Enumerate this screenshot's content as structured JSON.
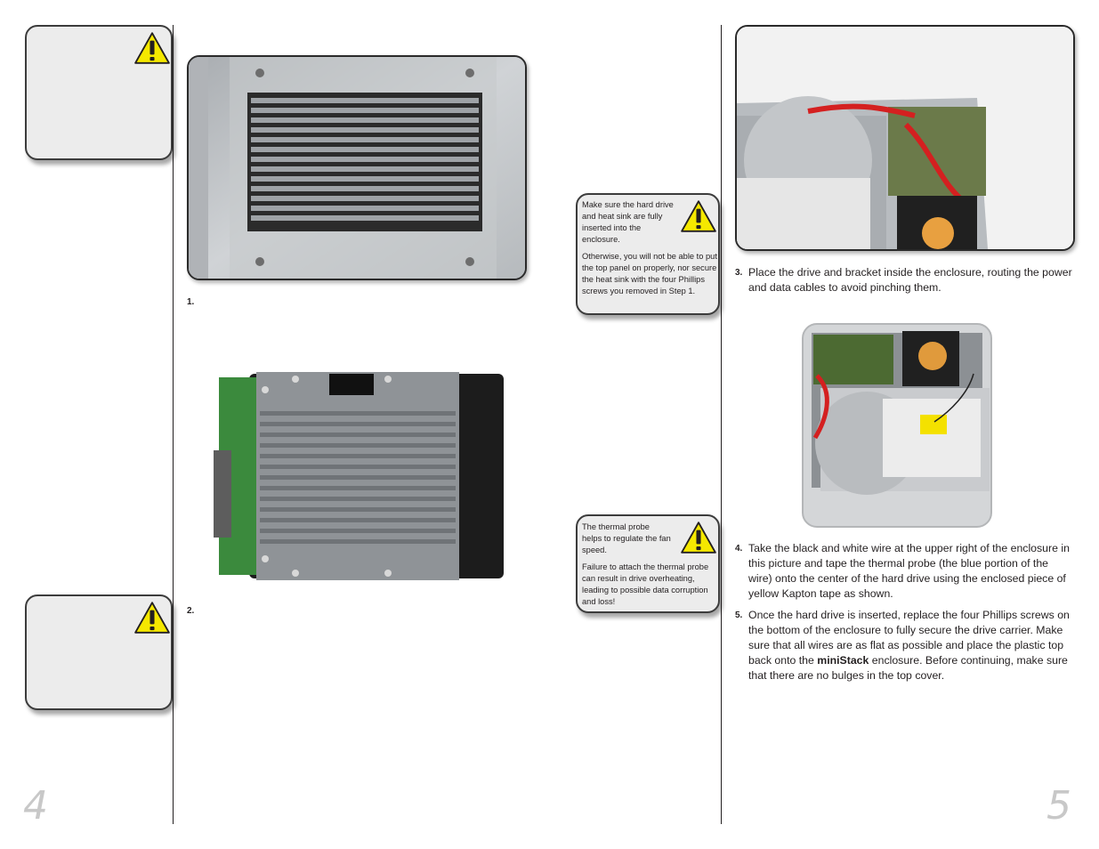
{
  "page": {
    "left_number": "4",
    "right_number": "5"
  },
  "notes": {
    "drive_fit": {
      "p1": "Make sure the hard drive and heat sink are fully inserted into the enclosure.",
      "p2": "Otherwise, you will not be able to put the top panel on properly, nor secure the heat sink with the  four Phillips screws you removed in Step 1."
    },
    "thermal": {
      "p1": "The thermal probe helps to regulate the fan speed.",
      "p2": "Failure to attach the thermal probe can result in drive overheating, leading to possible data corruption and loss!"
    }
  },
  "steps": {
    "s1": {
      "num": "1."
    },
    "s2": {
      "num": "2."
    },
    "s3": {
      "num": "3.",
      "text": "Place the drive and bracket inside the enclosure, routing the power and data cables to avoid pinching them."
    },
    "s4": {
      "num": "4.",
      "text": "Take the black and white wire at the upper right of the enclosure in this picture and tape the thermal probe (the blue portion of the wire) onto the center of the hard drive using the enclosed piece of yellow Kapton tape as shown."
    },
    "s5": {
      "num": "5.",
      "text_before": "Once the hard drive is inserted, replace the four Phillips screws on the bottom of the enclosure to fully secure the drive carrier. Make sure that all wires are as flat as possible and place the plastic top back onto the ",
      "brand": "miniStack",
      "text_after": " enclosure. Before continuing, make sure that there are no bulges in the top cover."
    }
  },
  "icons": {
    "warning": "warning-triangle-icon"
  },
  "colors": {
    "warning_yellow": "#f5e800",
    "box_fill": "#ececec",
    "page_number": "#c8c8c8"
  }
}
